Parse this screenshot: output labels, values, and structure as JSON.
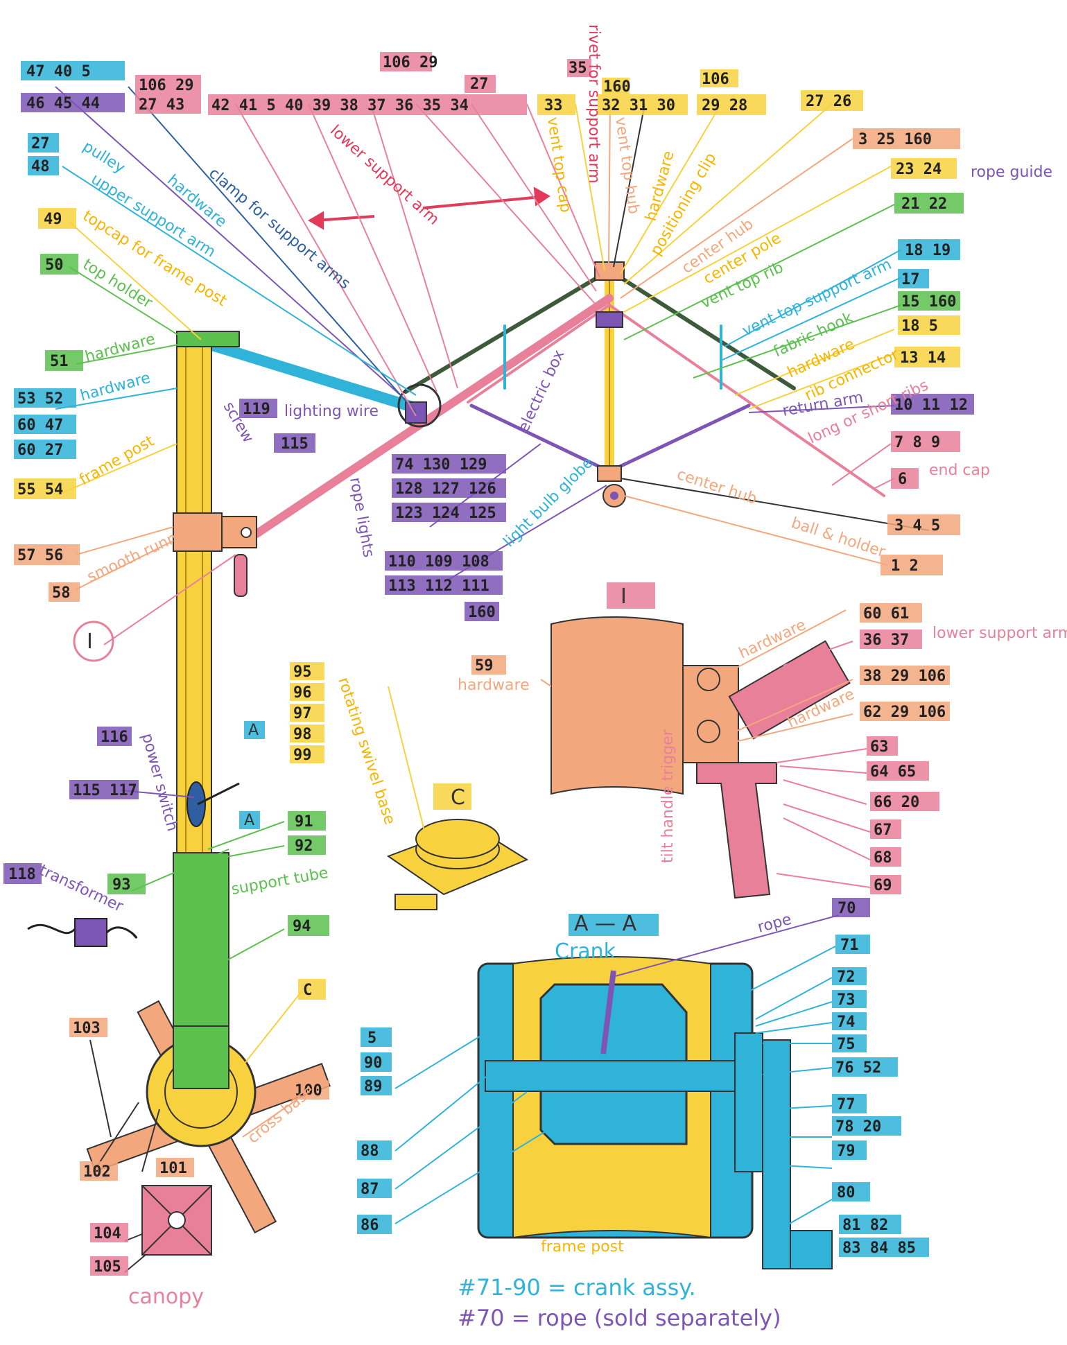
{
  "colors": {
    "yellow": "#f7d23e",
    "blue": "#2fb3d9",
    "pink": "#e9809a",
    "orange": "#f3a77d",
    "green": "#5cc04e",
    "purple": "#7d55b5",
    "olive": "#3d5b3a"
  },
  "labels": {
    "ref_47_40_5": "47 40 5",
    "ref_46_45_44": "46 45 44",
    "ref_106_29": "106 29",
    "ref_27_43": "27 43",
    "ref_106_29_top": "106 29",
    "ref_27_top": "27",
    "ref_35_top": "35",
    "rivet_for_support_arm": "rivet for support arm",
    "ref_160_top": "160",
    "ref_106_top": "106",
    "ref_42_to_26": "42 41 5 40 39 38 37 36 35 34",
    "ref_33": "33",
    "ref_32_31_30": "32 31 30",
    "ref_29_28": "29 28",
    "ref_27_26": "27 26",
    "ref_3_25_160": "3 25 160",
    "ref_23_24": "23 24",
    "rope_guide": "rope guide",
    "ref_21_22": "21 22",
    "ref_18_19": "18 19",
    "ref_17": "17",
    "ref_15_160": "15 160",
    "ref_18_5": "18 5",
    "ref_13_14": "13 14",
    "ref_10_11_12": "10 11 12",
    "ref_7_8_9": "7 8 9",
    "ref_6": "6",
    "end_cap": "end cap",
    "ref_3_4_5": "3 4 5",
    "ref_1_2": "1 2",
    "ref_27_left": "27",
    "ref_48": "48",
    "ref_49": "49",
    "ref_50": "50",
    "ref_51": "51",
    "ref_53_52": "53 52",
    "ref_60_47": "60 47",
    "ref_60_27": "60 27",
    "ref_55_54": "55 54",
    "ref_57_56": "57 56",
    "ref_58": "58",
    "ref_119": "119",
    "ref_115": "115",
    "ref_74_130_129": "74 130 129",
    "ref_128_127_126": "128 127 126",
    "ref_123_124_125": "123 124 125",
    "ref_110_109_108": "110 109 108",
    "ref_113_112_111": "113 112 111",
    "ref_160_bulb": "160",
    "lbl_pulley": "pulley",
    "lbl_upper_support_arm": "upper support arm",
    "lbl_topcap_for_frame_post": "topcap for frame post",
    "lbl_top_holder": "top holder",
    "lbl_hardware_1": "hardware",
    "lbl_hardware_2": "hardware",
    "lbl_frame_post": "frame post",
    "lbl_clamp": "clamp for support arms",
    "lbl_hardware_clamp": "hardware",
    "lbl_lower_support_arm": "lower support arm",
    "lbl_vent_top_cap": "vent top cap",
    "lbl_vent_top_hub": "vent top hub",
    "lbl_hardware_top": "hardware",
    "lbl_positioning_clip": "positioning clip",
    "lbl_center_hub_top": "center hub",
    "lbl_center_pole": "center pole",
    "lbl_vent_top_rib": "vent top rib",
    "lbl_vent_top_support_arm": "vent top support arm",
    "lbl_fabric_hook": "fabric hook",
    "lbl_hardware_rib": "hardware",
    "lbl_rib_connector": "rib connector",
    "lbl_return_arm": "return arm",
    "lbl_long_or_short_ribs": "long or short ribs",
    "lbl_center_hub": "center hub",
    "lbl_ball_holder": "ball & holder",
    "lbl_lighting_wire": "lighting wire",
    "lbl_screw": "screw",
    "lbl_rope_lights": "rope lights",
    "lbl_electric_box": "electric box",
    "lbl_light_bulb_globe": "light bulb globe",
    "lbl_smooth_runner": "smooth runner",
    "lbl_detail_I": "I",
    "lbl_detail_I_right": "I",
    "lbl_smooth_runner_detail": "smooth runner",
    "ref_59": "59",
    "lbl_hardware_59": "hardware",
    "lbl_hardware_60": "hardware",
    "ref_60_61": "60 61",
    "ref_36_37": "36 37",
    "lbl_lower_support_arm_hw": "lower support arm hardware",
    "ref_38_29_106": "38 29 106",
    "lbl_hardware_62": "hardware",
    "ref_62_29_106": "62 29 106",
    "ref_63": "63",
    "ref_64_65": "64 65",
    "ref_66_20": "66 20",
    "ref_67": "67",
    "ref_68": "68",
    "ref_69": "69",
    "lbl_tilt_handle_trigger": "tilt handle trigger",
    "ref_95": "95",
    "ref_96": "96",
    "ref_97": "97",
    "ref_98": "98",
    "ref_99": "99",
    "lbl_rotating_swivel_base": "rotating swivel base",
    "lbl_C": "C",
    "lbl_C_small": "C",
    "ref_116": "116",
    "lbl_power_switch": "power switch",
    "ref_115_117": "115 117",
    "lbl_A1": "A",
    "lbl_A2": "A",
    "ref_91": "91",
    "ref_92": "92",
    "ref_93": "93",
    "ref_118": "118",
    "lbl_transformer": "transformer",
    "lbl_support_tube": "support tube",
    "ref_94": "94",
    "ref_103": "103",
    "ref_100": "100",
    "lbl_cross_base": "cross base",
    "ref_102": "102",
    "ref_101": "101",
    "ref_104": "104",
    "ref_105": "105",
    "lbl_canopy": "canopy",
    "lbl_AA": "A — A",
    "lbl_crank": "Crank",
    "lbl_rope": "rope",
    "ref_70": "70",
    "ref_71": "71",
    "ref_72": "72",
    "ref_73": "73",
    "ref_74": "74",
    "ref_75": "75",
    "ref_76_52": "76 52",
    "ref_77": "77",
    "ref_78_20": "78 20",
    "ref_79": "79",
    "ref_80": "80",
    "ref_81_82": "81 82",
    "ref_83_84_85": "83 84 85",
    "ref_5b": "5",
    "ref_90": "90",
    "ref_89": "89",
    "ref_88": "88",
    "ref_87": "87",
    "ref_86": "86",
    "lbl_frame_post_crank": "frame post",
    "foot_crank_assy": "#71-90 = crank assy.",
    "foot_rope": "#70 = rope (sold separately)"
  }
}
